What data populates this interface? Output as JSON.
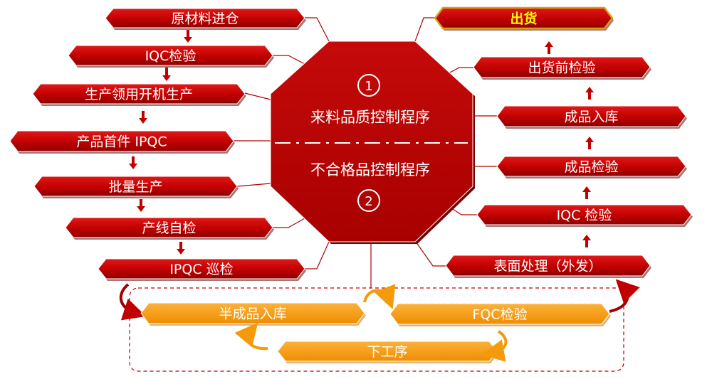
{
  "center": {
    "badge_top": "1",
    "label_top": "来料品质控制程序",
    "label_bottom": "不合格品控制程序",
    "badge_bottom": "2"
  },
  "left_steps": [
    {
      "name": "raw-material-in-step",
      "label": "原材料进仓"
    },
    {
      "name": "iqc-inspection-step",
      "label": "IQC检验"
    },
    {
      "name": "production-start-step",
      "label": "生产领用开机生产"
    },
    {
      "name": "first-article-ipqc-step",
      "label": "产品首件 IPQC"
    },
    {
      "name": "mass-production-step",
      "label": "批量生产"
    },
    {
      "name": "line-self-check-step",
      "label": "产线自检"
    },
    {
      "name": "ipqc-patrol-step",
      "label": "IPQC 巡检"
    }
  ],
  "right_steps": [
    {
      "name": "shipment-step",
      "label": "出货",
      "highlight": true
    },
    {
      "name": "pre-shipment-inspection-step",
      "label": "出货前检验"
    },
    {
      "name": "finished-goods-storage-step",
      "label": "成品入库"
    },
    {
      "name": "finished-goods-inspection-step",
      "label": "成品检验"
    },
    {
      "name": "right-iqc-inspection-step",
      "label": "IQC 检验"
    },
    {
      "name": "surface-treatment-step",
      "label": "表面处理（外发）"
    }
  ],
  "loop_steps": [
    {
      "name": "semi-finished-storage-step",
      "label": "半成品入库"
    },
    {
      "name": "fqc-inspection-step",
      "label": "FQC检验"
    },
    {
      "name": "next-process-step",
      "label": "下工序"
    }
  ],
  "colors": {
    "banner": "#c00000",
    "banner_dark": "#8e0000",
    "shipment_text": "#ffff00",
    "shipment_border": "#d4a017",
    "orange": "#f59a0a",
    "connector": "#b00000"
  }
}
